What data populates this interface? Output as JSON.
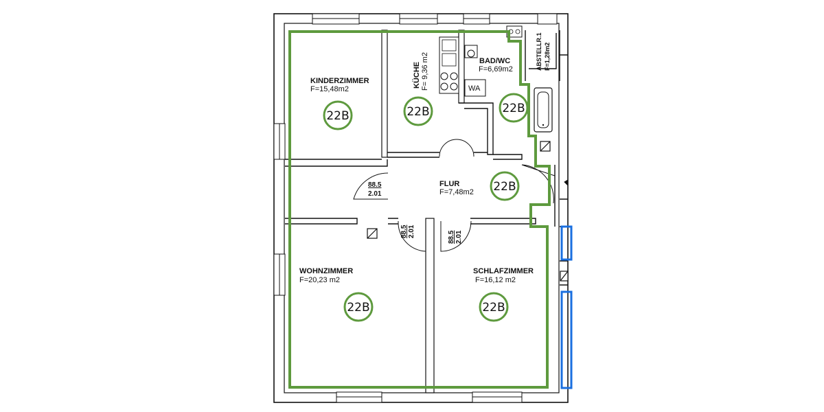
{
  "plan": {
    "rooms": [
      {
        "id": "kinderzimmer",
        "name": "KINDERZIMMER",
        "area": "F=15,48m2"
      },
      {
        "id": "kueche",
        "name": "KÜCHE",
        "area": "F= 9,36 m2"
      },
      {
        "id": "bad",
        "name": "BAD/WC",
        "area": "F=6,69m2"
      },
      {
        "id": "abstellr",
        "name": "ABSTELLR.1",
        "area": "F=1,28m2"
      },
      {
        "id": "flur",
        "name": "FLUR",
        "area": "F=7,48m2"
      },
      {
        "id": "wohnzimmer",
        "name": "WOHNZIMMER",
        "area": "F=20,23  m2"
      },
      {
        "id": "schlafzimmer",
        "name": "SCHLAFZIMMER",
        "area": "F=16,12  m2"
      }
    ],
    "fixture_wa": "WA",
    "unit_label": "22B",
    "door_dims": [
      {
        "width": "88.5",
        "height": "2.01"
      },
      {
        "width": "88.5",
        "height": "2.01"
      },
      {
        "width": "88.5",
        "height": "2.01"
      }
    ]
  },
  "colors": {
    "unit_outline": "#5e9a3e",
    "neighbor_window": "#1a6fe0",
    "walls": "#111111",
    "background": "#ffffff"
  }
}
